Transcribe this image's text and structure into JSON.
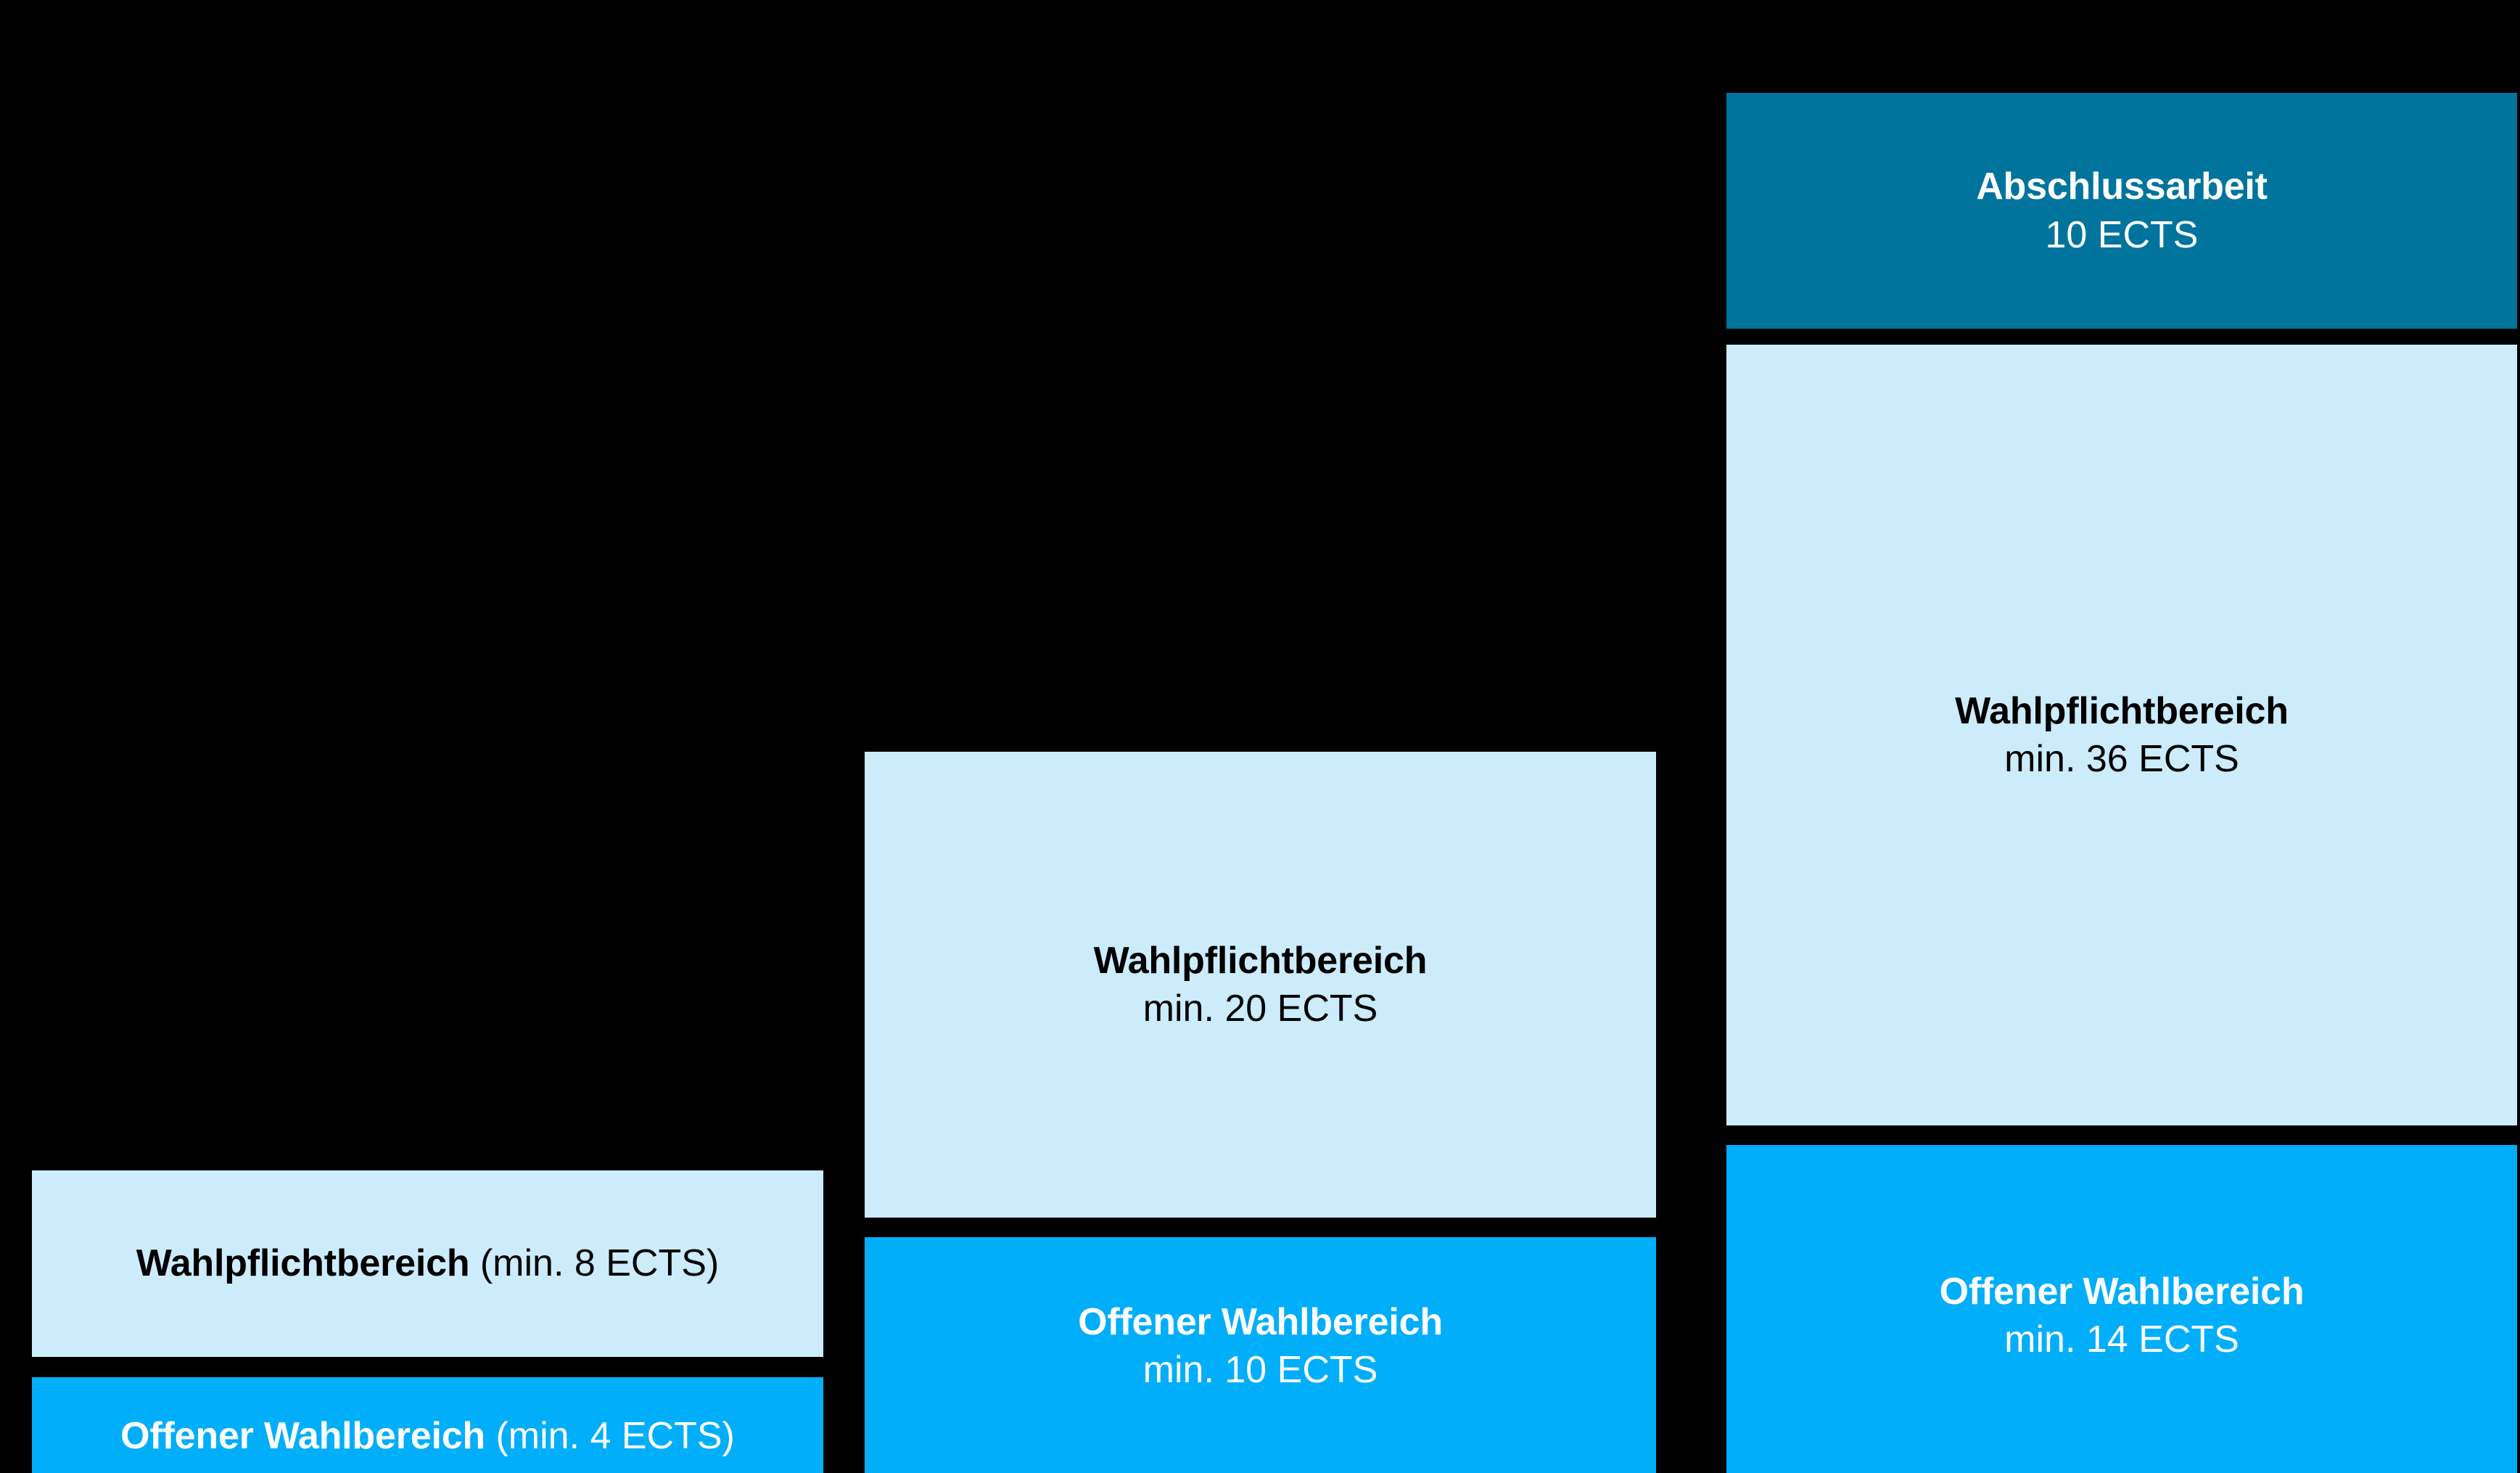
{
  "diagram": {
    "kind": "ects-structure-columns",
    "colors": {
      "background": "#000000",
      "light_blue": "#CCECFC",
      "bright_blue": "#00AEFA",
      "teal": "#00749C",
      "text_dark": "#000000",
      "text_light": "#FFFFFF"
    }
  },
  "columns": [
    {
      "id": "left",
      "blocks": [
        {
          "id": "left-wahlpflichtbereich",
          "title": "Wahlpflichtbereich",
          "subtitle": " (min. 8 ECTS)",
          "ects": 8,
          "ects_qualifier": "min.",
          "variant": "light"
        },
        {
          "id": "left-offener-wahlbereich",
          "title": "Offener Wahlbereich",
          "subtitle": " (min. 4 ECTS)",
          "ects": 4,
          "ects_qualifier": "min.",
          "variant": "bright"
        }
      ]
    },
    {
      "id": "middle",
      "blocks": [
        {
          "id": "mid-wahlpflichtbereich",
          "title": "Wahlpflichtbereich",
          "subtitle": "min. 20 ECTS",
          "ects": 20,
          "ects_qualifier": "min.",
          "variant": "light"
        },
        {
          "id": "mid-offener-wahlbereich",
          "title": "Offener Wahlbereich",
          "subtitle": "min. 10 ECTS",
          "ects": 10,
          "ects_qualifier": "min.",
          "variant": "bright"
        }
      ]
    },
    {
      "id": "right",
      "blocks": [
        {
          "id": "right-abschlussarbeit",
          "title": "Abschlussarbeit",
          "subtitle": "10 ECTS",
          "ects": 10,
          "ects_qualifier": "",
          "variant": "teal"
        },
        {
          "id": "right-wahlpflichtbereich",
          "title": "Wahlpflichtbereich",
          "subtitle": "min. 36 ECTS",
          "ects": 36,
          "ects_qualifier": "min.",
          "variant": "light"
        },
        {
          "id": "right-offener-wahlbereich",
          "title": "Offener Wahlbereich",
          "subtitle": "min. 14 ECTS",
          "ects": 14,
          "ects_qualifier": "min.",
          "variant": "bright"
        }
      ]
    }
  ]
}
